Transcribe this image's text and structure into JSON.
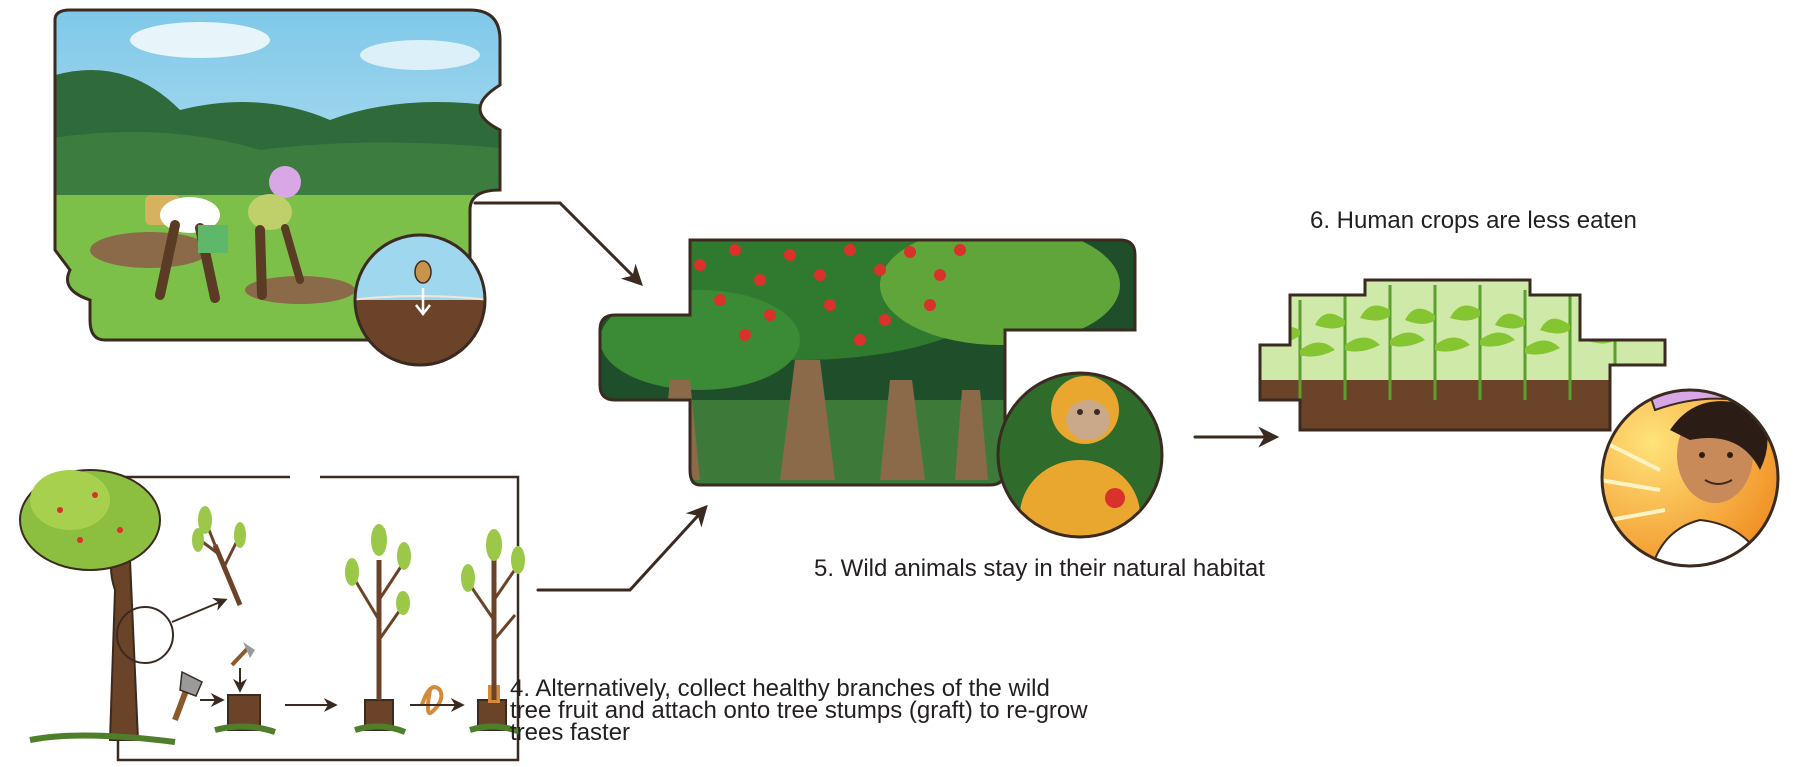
{
  "labels": {
    "step4": "4. Alternatively, collect healthy branches of the wild\ntree fruit and attach onto tree stumps (graft) to re-grow\ntrees faster",
    "step5": "5. Wild animals stay in their natural habitat",
    "step6": "6. Human crops are less eaten"
  },
  "colors": {
    "outline": "#3b2a20",
    "sky": "#8fd1ea",
    "hills": "#2f6b3a",
    "grass": "#7cc04a",
    "soil": "#5b3a22",
    "fruit": "#d8322a",
    "foliage": "#2f7a2e",
    "corn": "#7fbf2e",
    "sun": "#f7b733"
  }
}
